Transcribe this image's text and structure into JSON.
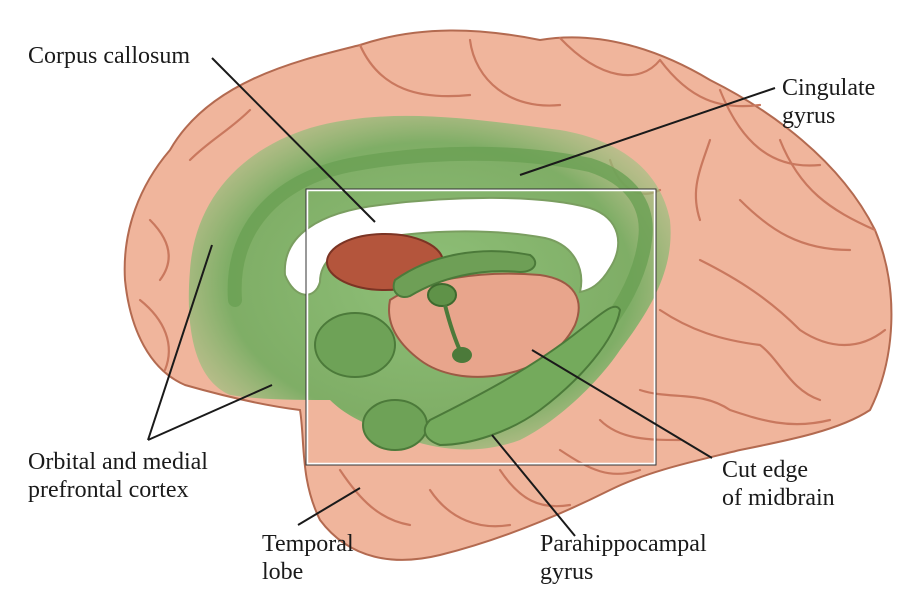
{
  "labels": {
    "corpus_callosum": "Corpus callosum",
    "cingulate_gyrus": [
      "Cingulate",
      "gyrus"
    ],
    "orbital_medial_prefrontal": [
      "Orbital and medial",
      "prefrontal cortex"
    ],
    "temporal_lobe": [
      "Temporal",
      "lobe"
    ],
    "parahippocampal_gyrus": [
      "Parahippocampal",
      "gyrus"
    ],
    "cut_edge_midbrain": [
      "Cut edge",
      "of midbrain"
    ]
  },
  "colors": {
    "cortex": "#f0b59c",
    "cortex_dark": "#c9785e",
    "limbic_green": "#7fb36a",
    "limbic_green_light": "#a9cf8e",
    "thalamus": "#b4553c",
    "callosum": "#ffffff",
    "leader_line": "#1a1a1a"
  }
}
